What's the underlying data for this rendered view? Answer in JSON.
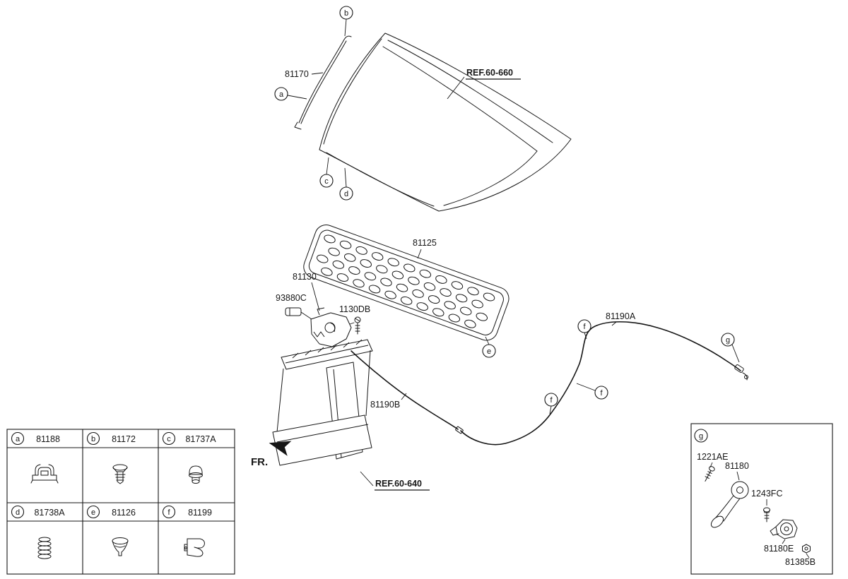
{
  "diagram": {
    "colors": {
      "line": "#161616",
      "background": "#ffffff"
    },
    "labels": {
      "part_81170": "81170",
      "ref_hood": "REF.60-660",
      "part_81125": "81125",
      "part_81130": "81130",
      "part_93880C": "93880C",
      "part_1130DB": "1130DB",
      "part_81190A": "81190A",
      "part_81190B": "81190B",
      "ref_front_end": "REF.60-640",
      "fr": "FR."
    },
    "callouts": {
      "a": "a",
      "b": "b",
      "c": "c",
      "d": "d",
      "e": "e",
      "f": "f",
      "g": "g"
    },
    "fastener_table": {
      "rows": [
        [
          {
            "callout": "a",
            "part": "81188"
          },
          {
            "callout": "b",
            "part": "81172"
          },
          {
            "callout": "c",
            "part": "81737A"
          }
        ],
        [
          {
            "callout": "d",
            "part": "81738A"
          },
          {
            "callout": "e",
            "part": "81126"
          },
          {
            "callout": "f",
            "part": "81199"
          }
        ]
      ]
    },
    "handle_box": {
      "callout": "g",
      "part_1221AE": "1221AE",
      "part_81180": "81180",
      "part_1243FC": "1243FC",
      "part_81180E": "81180E",
      "part_81385B": "81385B"
    }
  }
}
